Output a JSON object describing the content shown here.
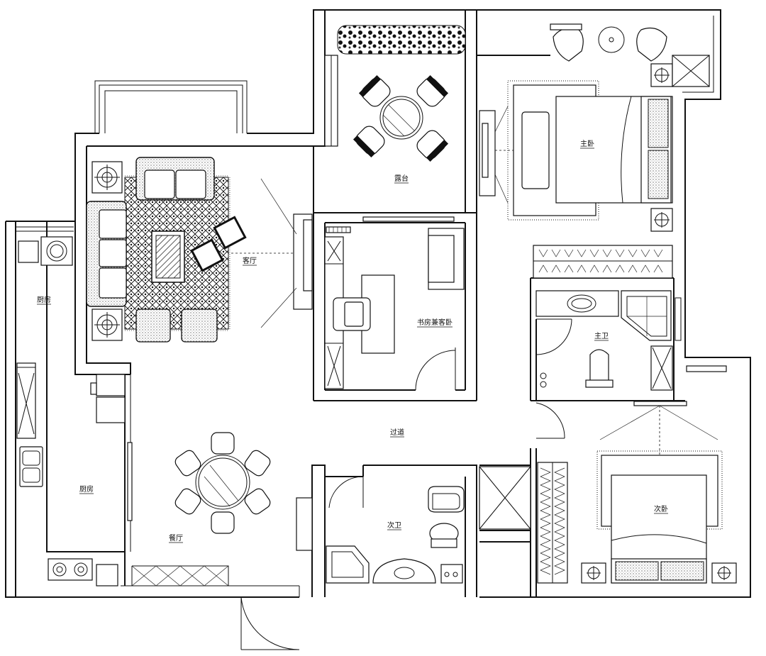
{
  "rooms": {
    "kitchen_top": "厨房",
    "kitchen": "厨房",
    "living_room": "客厅",
    "balcony": "露台",
    "study": "书房兼客卧",
    "master_bedroom": "主卧",
    "master_bath": "主卫",
    "corridor": "过道",
    "dining_room": "餐厅",
    "second_bath": "次卫",
    "second_bedroom": "次卧"
  },
  "colors": {
    "line": "#111111",
    "background": "#ffffff"
  }
}
